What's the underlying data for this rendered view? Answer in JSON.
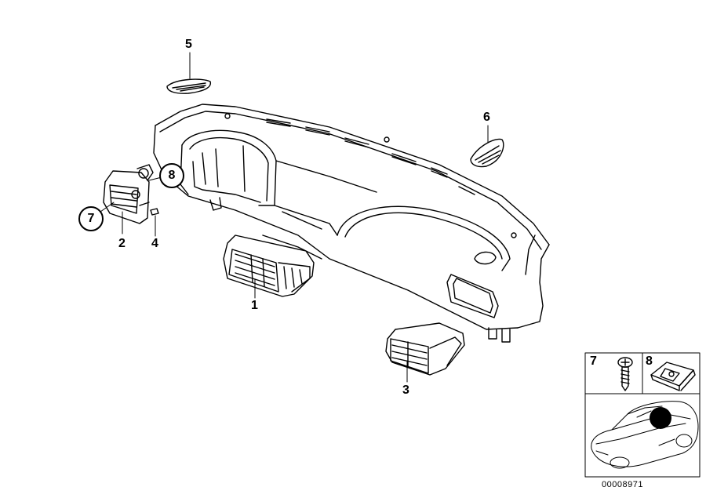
{
  "callouts": {
    "p1": "1",
    "p2": "2",
    "p3": "3",
    "p4": "4",
    "p5": "5",
    "p6": "6",
    "p7": "7",
    "p8": "8"
  },
  "inset": {
    "label_7": "7",
    "label_8": "8"
  },
  "diagram_code": "00008971"
}
